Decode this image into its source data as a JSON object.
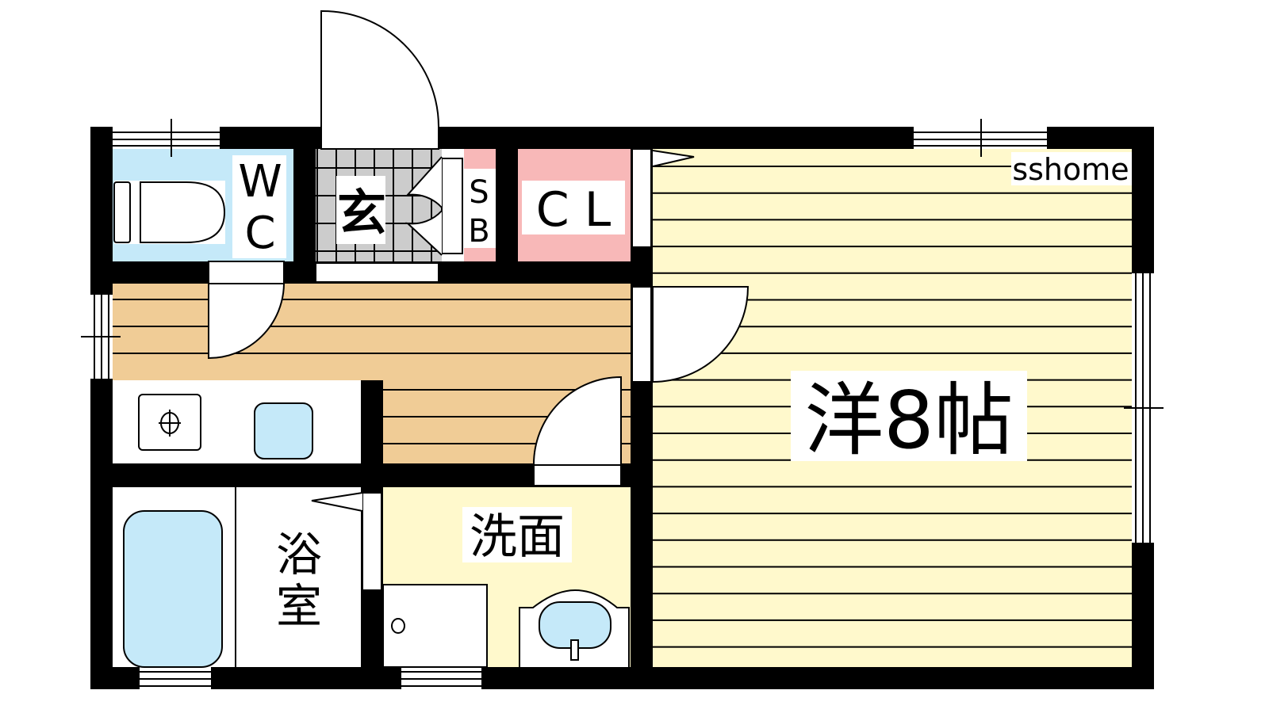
{
  "watermark": "sshome",
  "rooms": {
    "wc": {
      "label_1": "W",
      "label_2": "C",
      "color": "#c5e9f9"
    },
    "entrance": {
      "label": "玄",
      "color": "#cccccc"
    },
    "shoe_box": {
      "label_1": "S",
      "label_2": "B",
      "color": "#f8b8b8"
    },
    "closet": {
      "label": "C L",
      "color": "#f8b8b8"
    },
    "western_room": {
      "label": "洋8帖",
      "color": "#fff9cc"
    },
    "hallway": {
      "color": "#f0cc96"
    },
    "bathroom": {
      "label_1": "浴",
      "label_2": "室"
    },
    "washroom": {
      "label": "洗面",
      "color": "#fff9cc"
    }
  },
  "fixture_color": "#c5e9f9"
}
